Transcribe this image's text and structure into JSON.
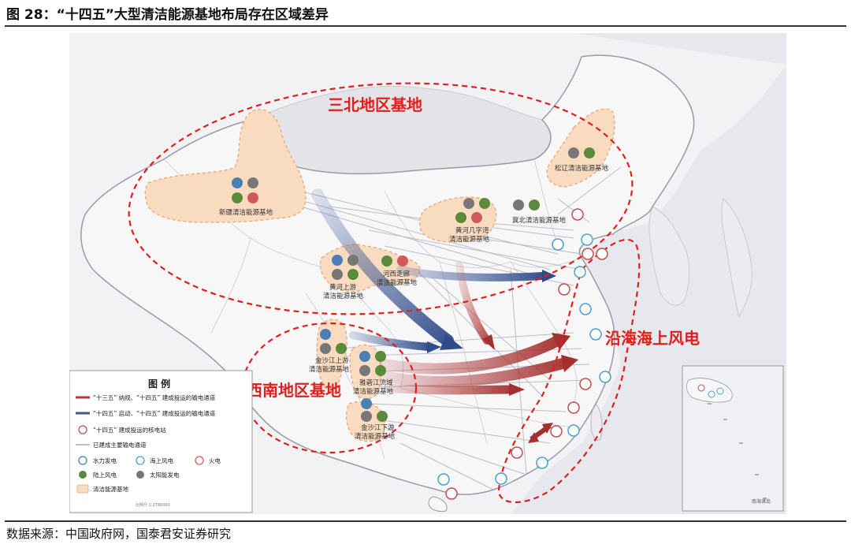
{
  "figure": {
    "title": "图 28：“十四五”大型清洁能源基地布局存在区域差异",
    "source": "数据来源：中国政府网，国泰君安证券研究"
  },
  "regions": {
    "sanbei": "三北地区基地",
    "xinan": "西南地区基地",
    "coastal": "沿海海上风电"
  },
  "bases": {
    "xinjiang": "新疆清洁能源基地",
    "songliao": "松辽清洁能源基地",
    "jibei": "冀北清洁能源基地",
    "huanghe_jiziwan_1": "黄河几字湾",
    "huanghe_jiziwan_2": "清洁能源基地",
    "hexi_1": "河西走廊",
    "hexi_2": "清洁能源基地",
    "huanghe_shangyou_1": "黄河上游",
    "huanghe_shangyou_2": "清洁能源基地",
    "jinsha_up_1": "金沙江上游",
    "jinsha_up_2": "清洁能源基地",
    "yalong_1": "雅砻江流域",
    "yalong_2": "清洁能源基地",
    "jinsha_down_1": "金沙江下游",
    "jinsha_down_2": "清洁能源基地"
  },
  "legend": {
    "title": "图 例",
    "items": [
      {
        "label": "“十三五” 纳规、“十四五” 建成投运的输电通道",
        "color": "#b23a3a"
      },
      {
        "label": "“十四五” 启动、“十四五” 建成投运的输电通道",
        "color": "#3b5a9a"
      },
      {
        "label": "“十四五” 建成投运的核电站",
        "color": "#c0504d"
      },
      {
        "label": "已建成主要输电通道",
        "color": "#a9a9b8"
      }
    ],
    "icons": [
      {
        "label": "水力发电",
        "icon": "hydro-icon",
        "color": "#4a7fb5"
      },
      {
        "label": "海上风电",
        "icon": "offshore-wind-icon",
        "color": "#4a9fd0"
      },
      {
        "label": "火电",
        "icon": "thermal-icon",
        "color": "#d05a5a"
      },
      {
        "label": "陆上风电",
        "icon": "onshore-wind-icon",
        "color": "#5a8a3a"
      },
      {
        "label": "太阳能发电",
        "icon": "solar-icon",
        "color": "#777777"
      },
      {
        "label": "清洁能源基地",
        "icon": "base-swatch",
        "color": "#f6c79a"
      }
    ],
    "scale": "比例尺 1:2700000"
  },
  "inset": {
    "label": "南海诸岛"
  },
  "colors": {
    "region_outline": "#e0201c",
    "base_fill": "#f9dcc0",
    "arrow_red": "#b23a3a",
    "arrow_blue": "#3b5a9a"
  }
}
